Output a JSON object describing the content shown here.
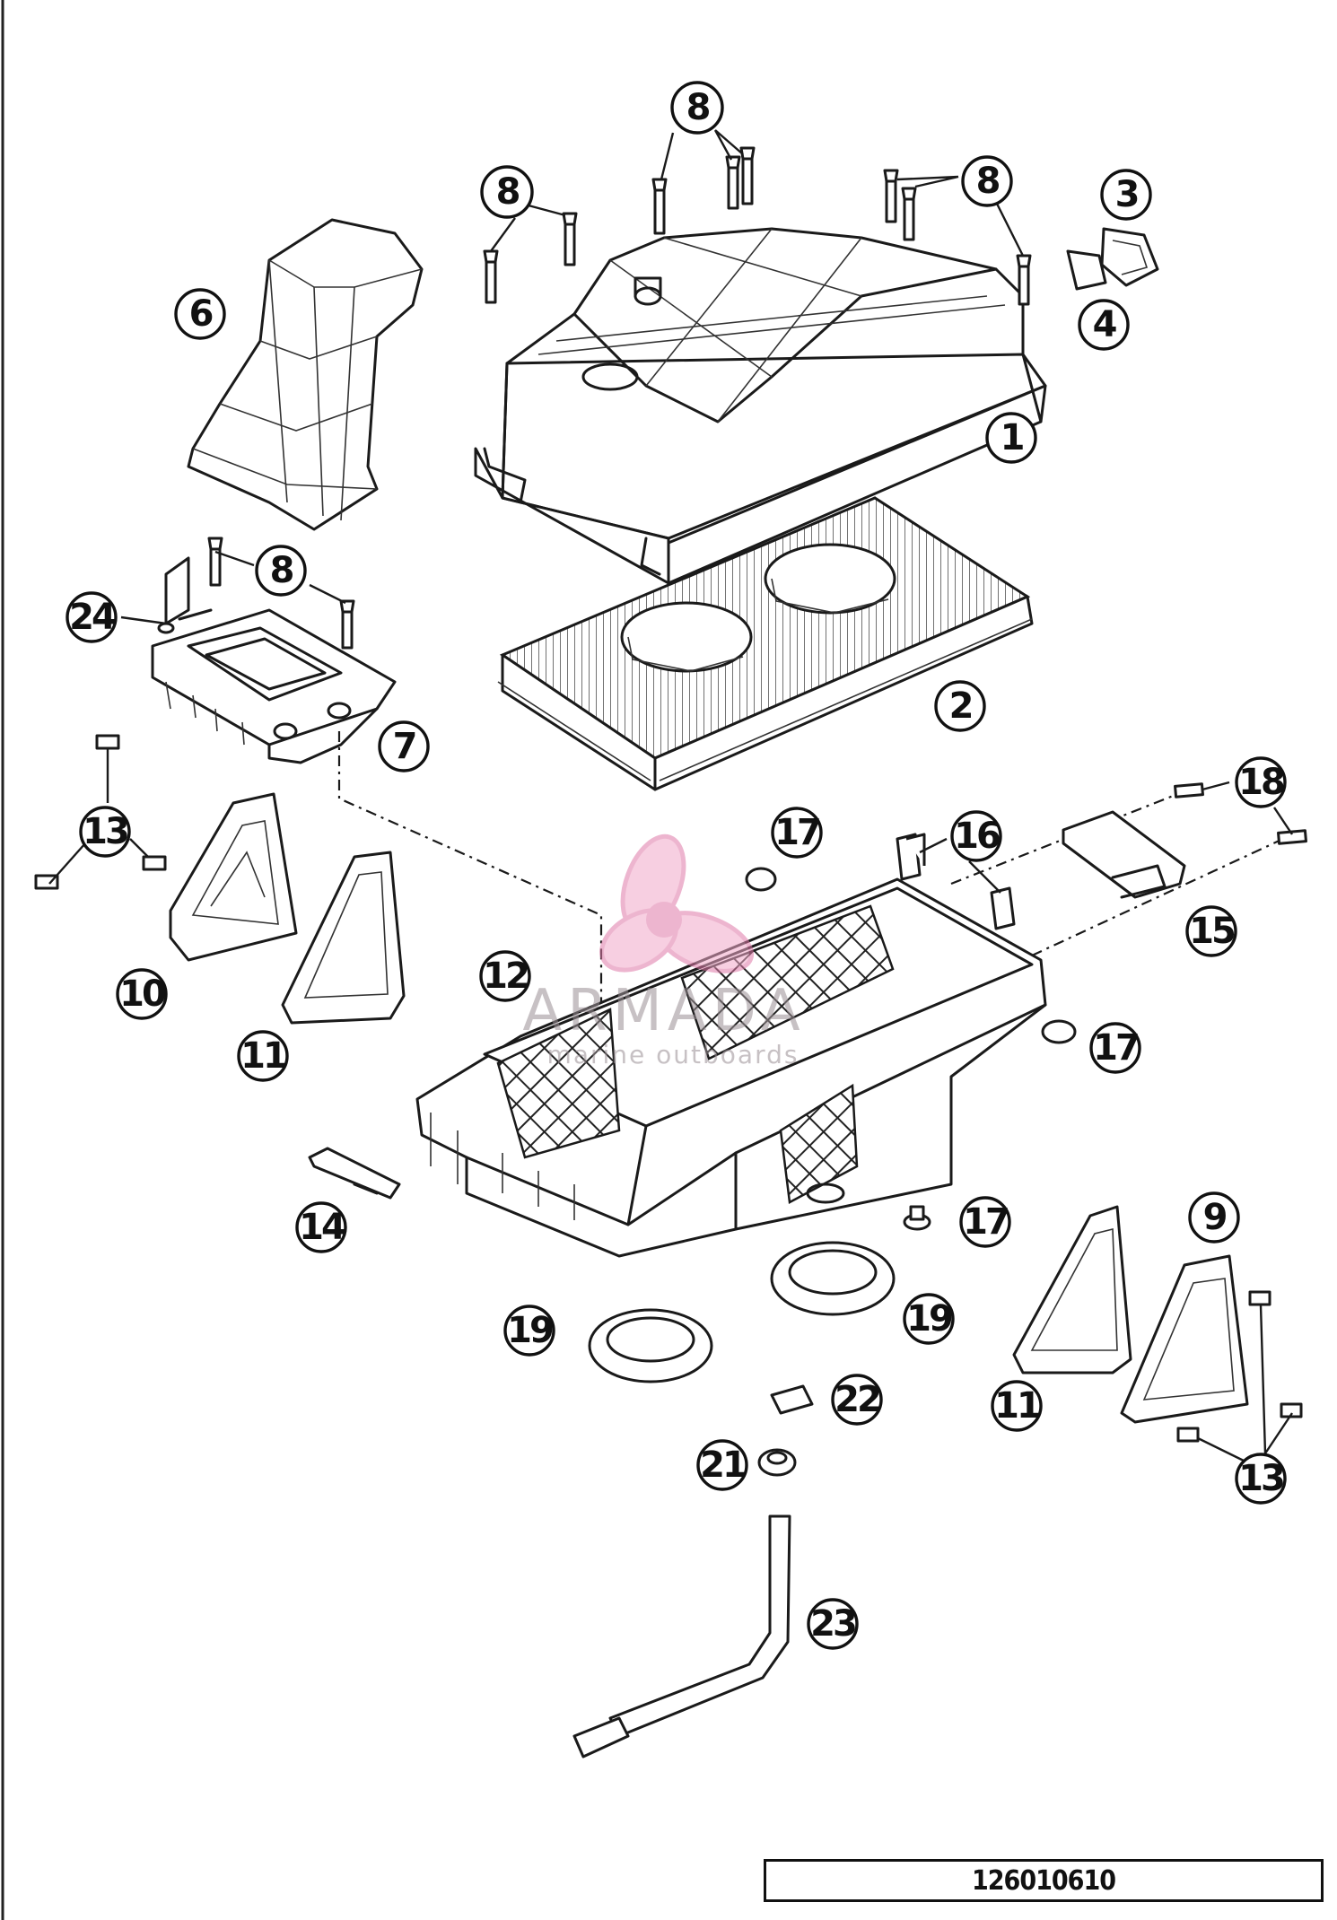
{
  "callouts": [
    {
      "label": "1"
    },
    {
      "label": "2"
    },
    {
      "label": "3"
    },
    {
      "label": "4"
    },
    {
      "label": "6"
    },
    {
      "label": "7"
    },
    {
      "label": "8"
    },
    {
      "label": "8"
    },
    {
      "label": "8"
    },
    {
      "label": "8"
    },
    {
      "label": "9"
    },
    {
      "label": "10"
    },
    {
      "label": "11"
    },
    {
      "label": "11"
    },
    {
      "label": "12"
    },
    {
      "label": "13"
    },
    {
      "label": "13"
    },
    {
      "label": "14"
    },
    {
      "label": "15"
    },
    {
      "label": "16"
    },
    {
      "label": "17"
    },
    {
      "label": "17"
    },
    {
      "label": "17"
    },
    {
      "label": "18"
    },
    {
      "label": "19"
    },
    {
      "label": "19"
    },
    {
      "label": "21"
    },
    {
      "label": "22"
    },
    {
      "label": "23"
    },
    {
      "label": "24"
    }
  ],
  "watermark": {
    "brand": "ARMADA",
    "tagline": "marine outboards",
    "logo_color": "#e07aa8"
  },
  "part_code": "126010610"
}
